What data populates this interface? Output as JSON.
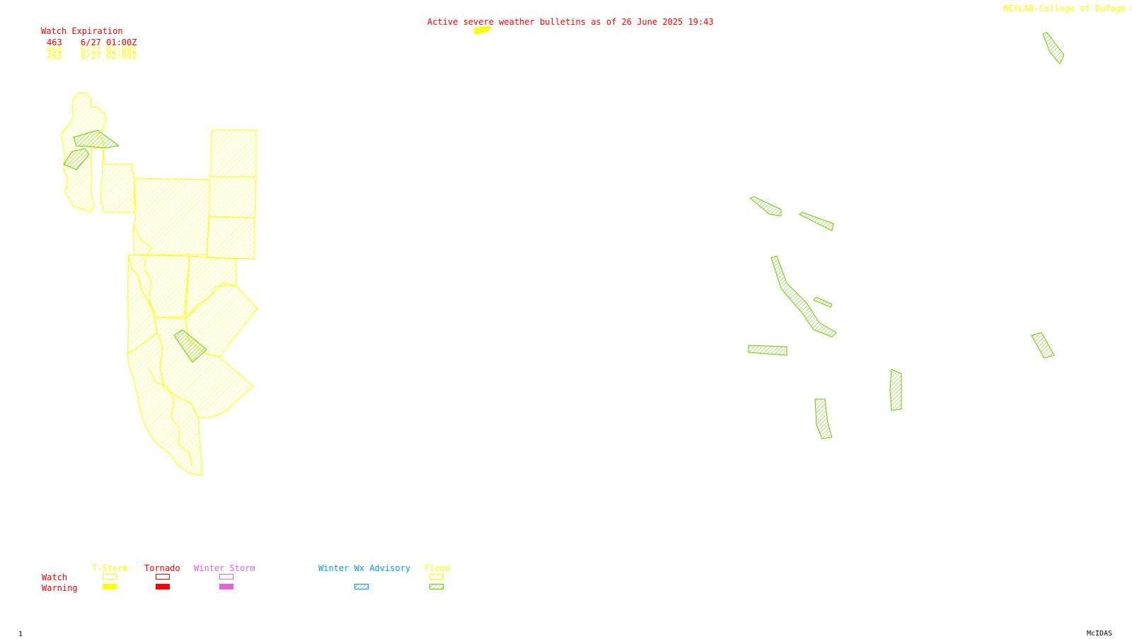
{
  "header": {
    "bulletin_title": "Active severe weather bulletins as of 26 June 2025 19:43",
    "credit": "NEXLAB-College of DuPage R"
  },
  "watch_table": {
    "heading": "Watch Expiration",
    "rows": [
      {
        "number": "463",
        "expires": "6/27 01:00Z",
        "color": "#ff0000"
      },
      {
        "number": "463",
        "expires": "6/27 02:00Z",
        "color": "#ffff00"
      },
      {
        "number": "463",
        "expires": "6/27 02:00Z",
        "color": "#ffff00"
      }
    ]
  },
  "legend": {
    "row_labels": {
      "watch": "Watch",
      "warning": "Warning"
    },
    "categories": [
      {
        "label": "T-Storm",
        "color": "#ffff00",
        "watch_style": "outline",
        "warning_style": "solid"
      },
      {
        "label": "Tornado",
        "color": "#ff0000",
        "watch_style": "outline",
        "warning_style": "solid"
      },
      {
        "label": "Winter Storm",
        "color": "#dd66dd",
        "watch_style": "outline",
        "warning_style": "solid"
      },
      {
        "label": "Winter Wx Advisory",
        "color": "#0099ff",
        "watch_style": "none",
        "warning_style": "hatched"
      },
      {
        "label": "Flood",
        "color": "#ffff00",
        "watch_style": "hatched",
        "warning_style": "hatched",
        "warning_color": "#66cc00"
      }
    ]
  },
  "colors": {
    "tstorm_watch": "#ffff00",
    "flood_warning": "#66cc00",
    "tornado": "#ff0000",
    "label_red": "#ff0000"
  },
  "footer": {
    "frame_number": "1",
    "software": "McIDAS"
  }
}
